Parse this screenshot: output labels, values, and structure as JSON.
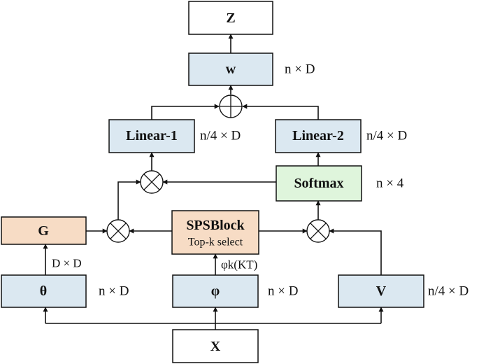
{
  "colors": {
    "blue": "#dbe8f1",
    "orange": "#f7dcc5",
    "green": "#dff5dc",
    "white": "#ffffff",
    "stroke": "#111111"
  },
  "nodes": {
    "z": {
      "label": "Z",
      "fill": "white"
    },
    "w": {
      "label": "w",
      "dim": "n × D",
      "fill": "blue"
    },
    "linear1": {
      "label": "Linear-1",
      "dim": "n/4 × D",
      "fill": "blue"
    },
    "linear2": {
      "label": "Linear-2",
      "dim": "n/4 × D",
      "fill": "blue"
    },
    "softmax": {
      "label": "Softmax",
      "dim": "n × 4",
      "fill": "green"
    },
    "g": {
      "label": "G",
      "fill": "orange"
    },
    "spsblock": {
      "label": "SPSBlock",
      "sublabel": "Top-k select",
      "fill": "orange"
    },
    "theta": {
      "label": "θ",
      "dim": "n × D",
      "fill": "blue"
    },
    "phi": {
      "label": "φ",
      "dim": "n × D",
      "fill": "blue"
    },
    "v": {
      "label": "V",
      "dim": "n/4 × D",
      "fill": "blue"
    },
    "x": {
      "label": "X",
      "fill": "white"
    }
  },
  "edge_labels": {
    "theta_to_g": "D × D",
    "phi_to_sps": "φk(KT)"
  },
  "operators": {
    "sum_icon": "circle-plus-icon",
    "multiply_icon": "circle-times-icon"
  }
}
